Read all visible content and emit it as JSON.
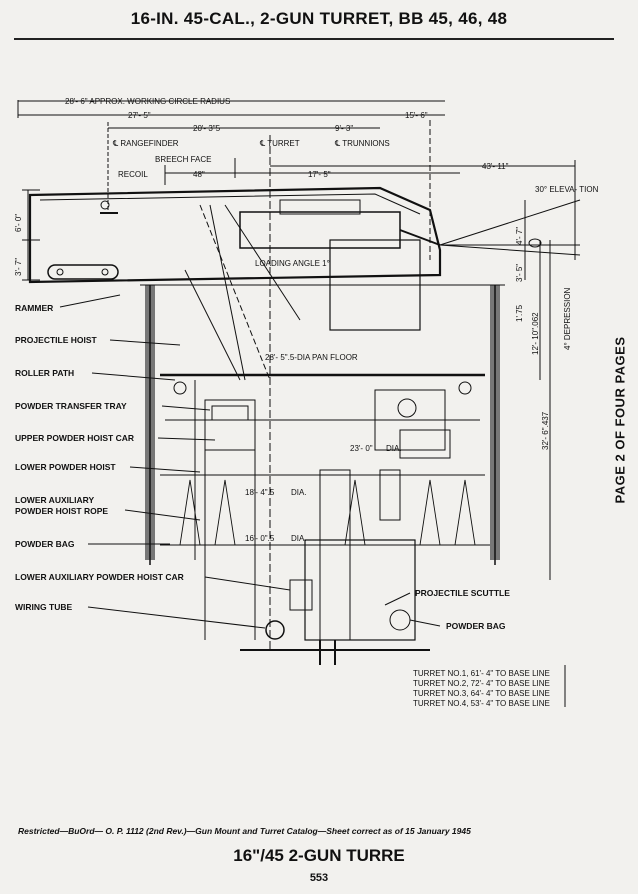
{
  "header": {
    "title": "16-IN. 45-CAL., 2-GUN TURRET, BB 45, 46, 48"
  },
  "dimensions": {
    "working_circle": "28'- 6\" APPROX. WORKING CIRCLE RADIUS",
    "d27_5": "27'- 5\"",
    "d15_6": "15'- 6\"",
    "d20_3_5": "20'- 3\"5",
    "d9_3": "9'- 3\"",
    "rangefinder": "℄ RANGEFINDER",
    "turret": "℄ TURRET",
    "trunnions": "℄ TRUNNIONS",
    "breech_face": "BREECH FACE",
    "recoil": "RECOIL",
    "recoil_value": "48\"",
    "d17_5": "17'- 5\"",
    "d43_11": "43'- 11\"",
    "d6_0": "6'- 0\"",
    "d3_7": "3'- 7\"",
    "elevation": "30° ELEVA- TION",
    "d4_7": "4'- 7\"",
    "d3_5": "3'- 5\"",
    "d1_75": "1'.75",
    "d12_10_062": "12'- 10\".062",
    "depression": "4° DEPRESSION",
    "d32_6_437": "32'- 6\".437",
    "loading_angle": "LOADING ANGLE 1°",
    "pan_floor": "28'- 5\".5-DIA PAN FLOOR",
    "dia23": "23'- 0\"",
    "dia18": "18'- 4\".5",
    "dia16": "16'- 0\".5",
    "dia_suffix": "DIA."
  },
  "labels": {
    "rammer": "RAMMER",
    "projectile_hoist": "PROJECTILE HOIST",
    "roller_path": "ROLLER PATH",
    "powder_transfer_tray": "POWDER TRANSFER TRAY",
    "upper_powder_hoist_car": "UPPER POWDER HOIST CAR",
    "lower_powder_hoist": "LOWER POWDER HOIST",
    "lower_aux_rope_1": "LOWER AUXILIARY",
    "lower_aux_rope_2": "POWDER HOIST ROPE",
    "powder_bag_left": "POWDER BAG",
    "lower_aux_car": "LOWER AUXILIARY POWDER HOIST CAR",
    "wiring_tube": "WIRING TUBE",
    "projectile_scuttle": "PROJECTILE SCUTTLE",
    "powder_bag_right": "POWDER BAG"
  },
  "turret_heights": [
    "TURRET NO.1, 61'- 4\" TO BASE LINE",
    "TURRET NO.2, 72'- 4\" TO BASE LINE",
    "TURRET NO.3, 64'- 4\" TO BASE LINE",
    "TURRET NO.4, 53'- 4\" TO BASE LINE"
  ],
  "side_note": "PAGE 2 OF FOUR PAGES",
  "footer": {
    "note": "Restricted—BuOrd— O. P. 1112 (2nd Rev.)—Gun Mount and Turret Catalog—Sheet correct as of 15 January 1945",
    "title": "16\"/45 2-GUN TURRE",
    "page_number": "553"
  }
}
